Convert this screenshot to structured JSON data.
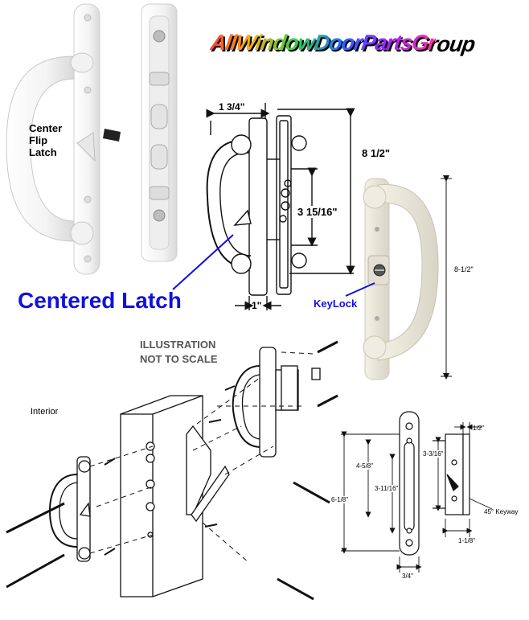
{
  "brand": {
    "text": "AllWindowDoorPartsGroup"
  },
  "photo1": {
    "label_line1": "Center",
    "label_line2": "Flip",
    "label_line3": "Latch"
  },
  "callouts": {
    "centered_latch": "Centered Latch",
    "keylock": "KeyLock"
  },
  "dimensions": {
    "width_top": "1 3/4\"",
    "height_total": "8 1/2\"",
    "hole_spacing": "3 15/16\"",
    "depth_bottom": "1\"",
    "photo_height": "8-1/2\""
  },
  "illustration": {
    "note_line1": "ILLUSTRATION",
    "note_line2": "NOT TO SCALE",
    "interior_label": "Interior"
  },
  "plate_dims": {
    "top": "1/2\"",
    "a": "3-3/16\"",
    "b": "4-5/8\"",
    "c": "3-11/16\"",
    "d": "6-1/8\"",
    "keyway": "45° Keyway",
    "e": "1-1/8\"",
    "f": "3/4\""
  },
  "colors": {
    "callout_blue": "#1010e0",
    "drawing_line": "#111111"
  }
}
